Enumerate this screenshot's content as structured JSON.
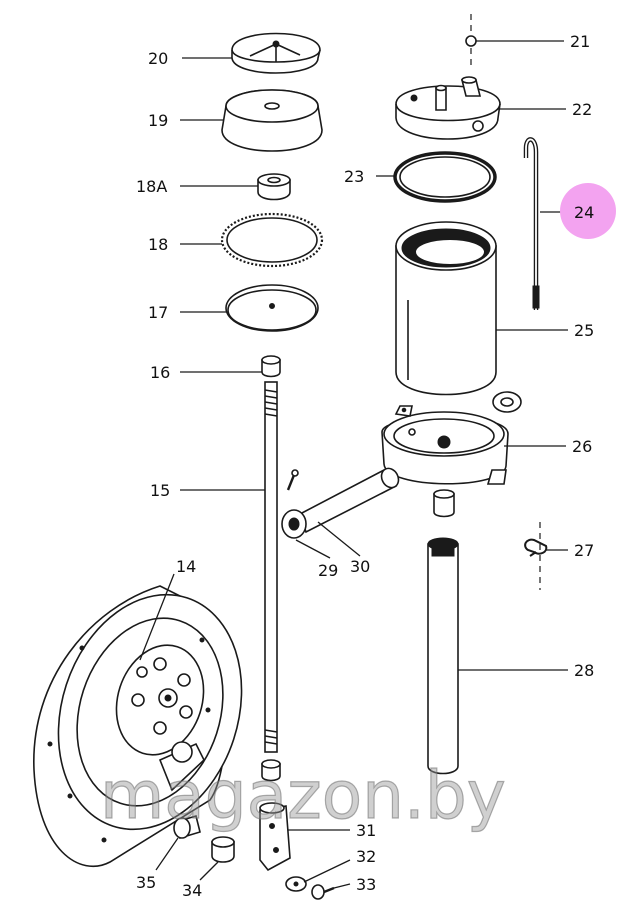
{
  "labels": {
    "p14": "14",
    "p15": "15",
    "p16": "16",
    "p17": "17",
    "p18": "18",
    "p18a": "18A",
    "p19": "19",
    "p20": "20",
    "p21": "21",
    "p22": "22",
    "p23": "23",
    "p24": "24",
    "p25": "25",
    "p26": "26",
    "p27": "27",
    "p28": "28",
    "p29": "29",
    "p30": "30",
    "p31": "31",
    "p32": "32",
    "p33": "33",
    "p34": "34",
    "p35": "35"
  },
  "watermark": "magazon.by",
  "colors": {
    "highlight": "#f3a3f0",
    "ink": "#1a1a1a"
  }
}
